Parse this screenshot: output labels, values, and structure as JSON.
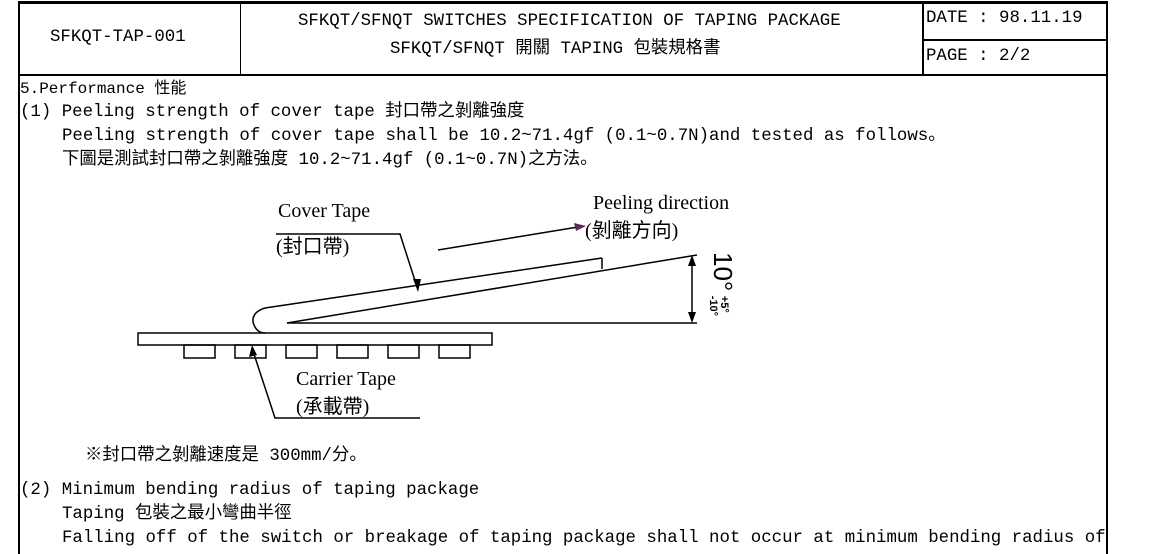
{
  "header": {
    "doc_id": "SFKQT-TAP-001",
    "title_en": "SFKQT/SFNQT SWITCHES SPECIFICATION OF TAPING PACKAGE",
    "title_zh": "SFKQT/SFNQT 開關 TAPING 包裝規格書",
    "date": "DATE : 98.11.19",
    "page": "PAGE : 2/2"
  },
  "section": {
    "heading": "5.Performance 性能",
    "item1": {
      "title": "(1) Peeling strength of cover tape 封口帶之剝離強度",
      "line_en": "Peeling strength of cover tape shall be 10.2~71.4gf (0.1~0.7N)and tested as follows。",
      "line_zh": "下圖是測試封口帶之剝離強度 10.2~71.4gf (0.1~0.7N)之方法。"
    },
    "diagram": {
      "cover_tape": "Cover Tape",
      "cover_tape_zh": "(封口帶)",
      "peeling_direction": "Peeling direction",
      "peeling_direction_zh": "(剝離方向)",
      "carrier_tape": "Carrier Tape",
      "carrier_tape_zh": "(承載帶)",
      "angle": "10°",
      "angle_tol_plus": "+5°",
      "angle_tol_minus": "-10°"
    },
    "note": "※封口帶之剝離速度是 300mm/分。",
    "item2": {
      "title": "(2) Minimum bending radius of taping package",
      "line_zh": "Taping 包裝之最小彎曲半徑",
      "line_en": "Falling off of the switch or breakage of taping package shall not occur at minimum bending radius of"
    }
  }
}
